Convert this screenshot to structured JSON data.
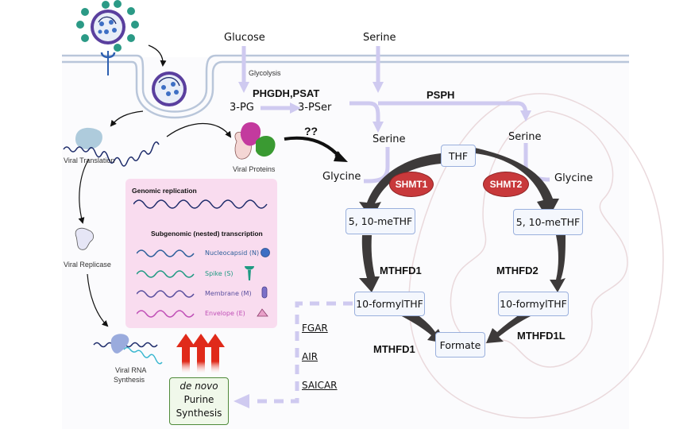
{
  "title": "SARS-CoV-2 replication and serine/one-carbon folate metabolism",
  "colors": {
    "membrane": "#b9c6da",
    "pathway_arrow": "#cfcaf0",
    "dark_arrow": "#3d3a3a",
    "enzyme_ellipse": "#c8393b",
    "metabolite_box_border": "#9ab0dd",
    "metabolite_box_fill": "#f4f7fd",
    "pink_panel": "#f9dcef",
    "purine_box_border": "#4f8a3a",
    "red_arrows": "#e02a1a",
    "mito_outline": "#ead9dc"
  },
  "virus": {
    "labels": {
      "translation": "Viral Translation",
      "proteins": "Viral Proteins",
      "replicase": "Viral Replicase",
      "rna_synthesis_line1": "Viral RNA",
      "rna_synthesis_line2": "Synthesis"
    }
  },
  "replication_panel": {
    "genomic_title": "Genomic replication",
    "subgenomic_title": "Subgenomic (nested) transcription",
    "items": [
      {
        "label": "Nucleocapsid (N)",
        "color": "#2d5f9a",
        "icon": "circle-icon"
      },
      {
        "label": "Spike (S)",
        "color": "#1f9a82",
        "icon": "spike-icon"
      },
      {
        "label": "Membrane (M)",
        "color": "#5a4f9e",
        "icon": "capsule-icon"
      },
      {
        "label": "Envelope (E)",
        "color": "#c04fb6",
        "icon": "triangle-icon"
      }
    ]
  },
  "metabolism": {
    "glucose": "Glucose",
    "serine_top": "Serine",
    "glycolysis": "Glycolysis",
    "phgdh_psat": "PHGDH,PSAT",
    "three_pg": "3-PG",
    "three_pser": "3-PSer",
    "psph": "PSPH",
    "unknown": "??",
    "serine_cyto": "Serine",
    "glycine_cyto": "Glycine",
    "serine_mito": "Serine",
    "glycine_mito": "Glycine",
    "thf": "THF",
    "shmt1": "SHMT1",
    "shmt2": "SHMT2",
    "methf_left": "5, 10-meTHF",
    "methf_right": "5, 10-meTHF",
    "mthfd1_upper": "MTHFD1",
    "mthfd2": "MTHFD2",
    "formylthf_left": "10-formylTHF",
    "formylthf_right": "10-formylTHF",
    "mthfd1_lower": "MTHFD1",
    "mthfd1l": "MTHFD1L",
    "formate": "Formate"
  },
  "purine": {
    "intermediates": [
      "FGAR",
      "AIR",
      "SAICAR"
    ],
    "box_line1": "de novo",
    "box_line2": "Purine",
    "box_line3": "Synthesis"
  }
}
